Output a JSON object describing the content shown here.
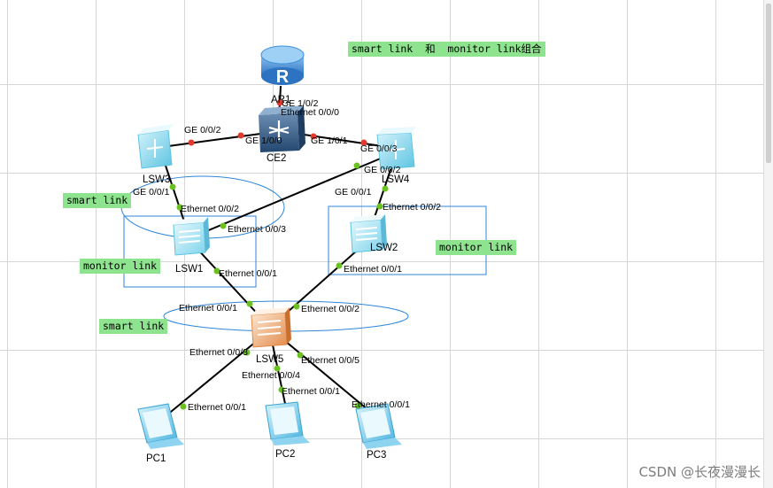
{
  "title": "smart link  和  monitor link组合",
  "tags": {
    "smart_link_1": "smart link",
    "smart_link_2": "smart link",
    "monitor_link_1": "monitor link",
    "monitor_link_2": "monitor link"
  },
  "devices": {
    "ar1": "AR1",
    "ce2": "CE2",
    "lsw3": "LSW3",
    "lsw4": "LSW4",
    "lsw1": "LSW1",
    "lsw2": "LSW2",
    "lsw5": "LSW5",
    "pc1": "PC1",
    "pc2": "PC2",
    "pc3": "PC3"
  },
  "ports": {
    "ar1_ce2": "GE 1/0/2",
    "ce2_ar1": "Ethernet 0/0/0",
    "lsw3_ce2": "GE 0/0/2",
    "ce2_lsw3": "GE 1/0/0",
    "ce2_lsw4": "GE 1/0/1",
    "lsw4_ce2": "GE 0/0/3",
    "lsw4_lsw1": "GE 0/0/2",
    "lsw3_lsw1": "GE 0/0/1",
    "lsw1_lsw3": "Ethernet 0/0/2",
    "lsw1_lsw4": "Ethernet 0/0/3",
    "lsw4_lsw2": "GE 0/0/1",
    "lsw2_lsw4": "Ethernet 0/0/2",
    "lsw1_lsw5": "Ethernet 0/0/1",
    "lsw2_lsw5": "Ethernet 0/0/1",
    "lsw5_lsw1": "Ethernet 0/0/1",
    "lsw5_lsw2": "Ethernet 0/0/2",
    "lsw5_pc1": "Ethernet 0/0/3",
    "lsw5_pc2": "Ethernet 0/0/4",
    "lsw5_pc3": "Ethernet 0/0/5",
    "pc1_lsw5": "Ethernet 0/0/1",
    "pc2_lsw5": "Ethernet 0/0/1",
    "pc3_lsw5": "Ethernet 0/0/1"
  },
  "watermark": "CSDN @长夜漫漫长",
  "colors": {
    "tag_bg": "#8ee38e",
    "port_up": "#6ac21e",
    "port_down": "#e23a2c",
    "ellipse": "#2f86d8",
    "router": "#3f8fd7",
    "l3switch": "#7ad3ea",
    "l2switch": "#9fe0f0",
    "core": "#e9a26a"
  }
}
